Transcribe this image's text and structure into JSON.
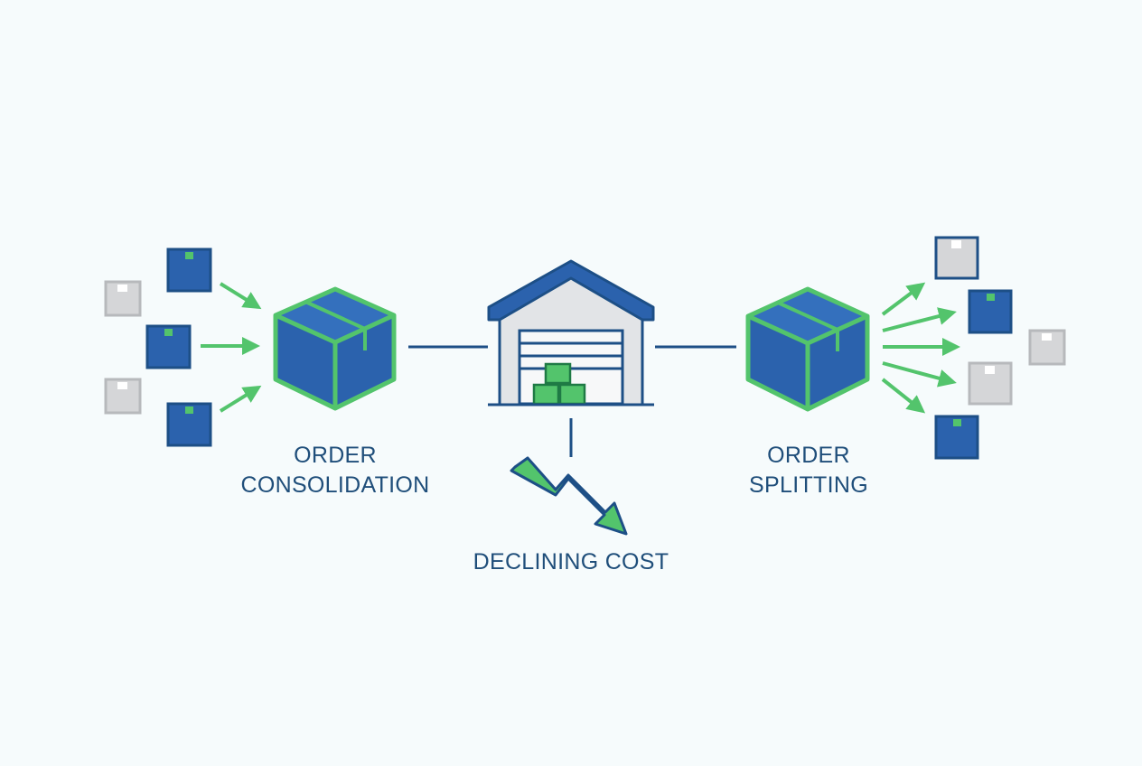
{
  "labels": {
    "consolidation_line1": "ORDER",
    "consolidation_line2": "CONSOLIDATION",
    "splitting_line1": "ORDER",
    "splitting_line2": "SPLITTING",
    "cost": "DECLINING COST"
  },
  "colors": {
    "background": "#f6fbfc",
    "blue": "#2b62ad",
    "navy": "#1d4f86",
    "green": "#53c46c",
    "gray_box": "#d5d6d8",
    "gray_outline": "#b7b9bc",
    "text": "#1f4e7a"
  },
  "icons": {
    "left_inputs": [
      "gray-package-icon",
      "blue-package-icon",
      "blue-package-icon",
      "gray-package-icon",
      "blue-package-icon"
    ],
    "hubs": [
      "consolidation-cube-icon",
      "warehouse-icon",
      "splitting-cube-icon"
    ],
    "right_outputs": [
      "gray-package-icon",
      "blue-package-icon",
      "gray-package-icon",
      "gray-package-icon",
      "blue-package-icon"
    ],
    "trend": "declining-arrow-icon"
  }
}
